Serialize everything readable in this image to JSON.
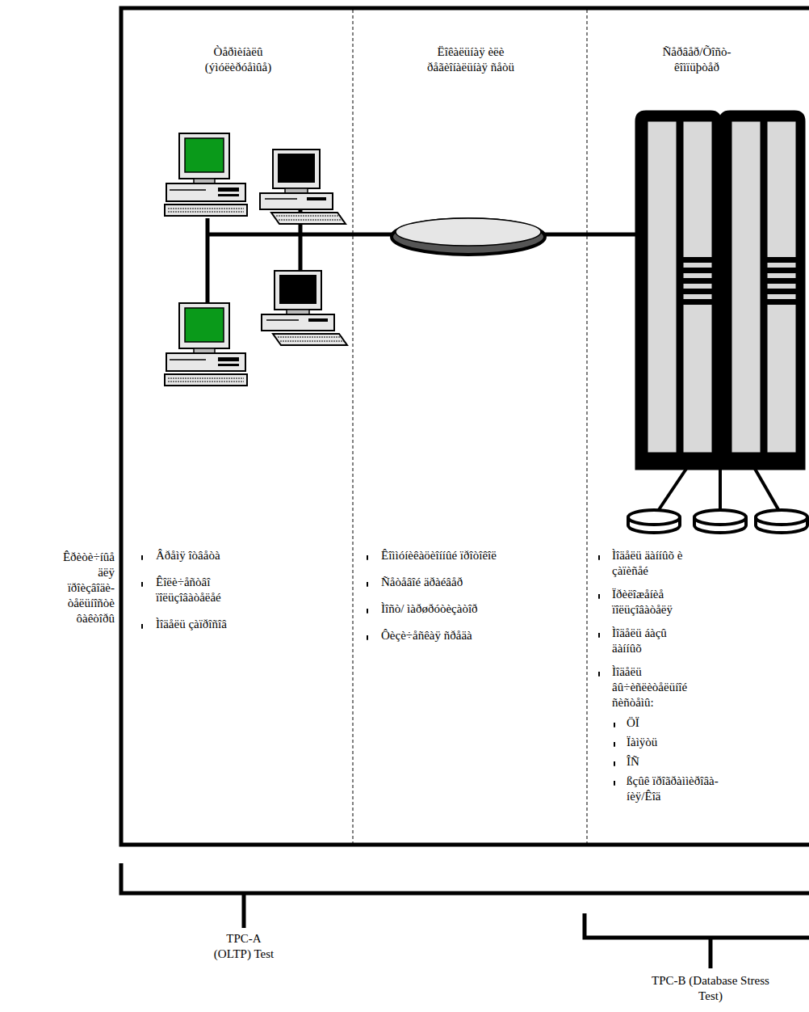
{
  "diagram": {
    "nodes": [
      {
        "text": [
          "Òåðìèíàëû (ýìóëèðóåìûå)",
          "Âðåìÿ îòâåòà",
          "Êîëè÷åñòâî ïîëüçîâàòåëåé",
          "Ìîäåëü çàïðîñîâ"
        ]
      },
      {
        "text": [
          "Ëîêàëüíàÿ èëè ðåãèîíàëüíàÿ ñåòü",
          "Êîììóíèêàöèîííûé ïðîòîêîë",
          "Ñåòåâîé äðàéâåð",
          "Ìîñò/ ìàðøðóòèçàòîð",
          "Ôèçè÷åñêàÿ ñðåäà"
        ]
      },
      {
        "text": [
          "Ñåðâåð/Õîñò-êîìïüþòåð",
          "Ìîäåëü äàííûõ è çàïèñåé",
          "Ïðèëîæåíèå ïîëüçîâàòåëÿ",
          "Ìîäåëü áàçû äàííûõ",
          "Ìîäåëü âû÷èñëèòåëüíîé ñèñòåìû:",
          "ÖÏ",
          "Ïàìÿòü",
          "ÎÑ",
          "ßçûê ïðîãðàììèðîâà-íèÿ/Êîä"
        ]
      }
    ],
    "labels": [
      "Êðèòè÷íûå äëÿ ïðîèçâîäè-òåëüíîñòè ôàêòîðû",
      "TPC-A (OLTP) Test",
      "TPC-B (Database Stress Test)"
    ]
  }
}
